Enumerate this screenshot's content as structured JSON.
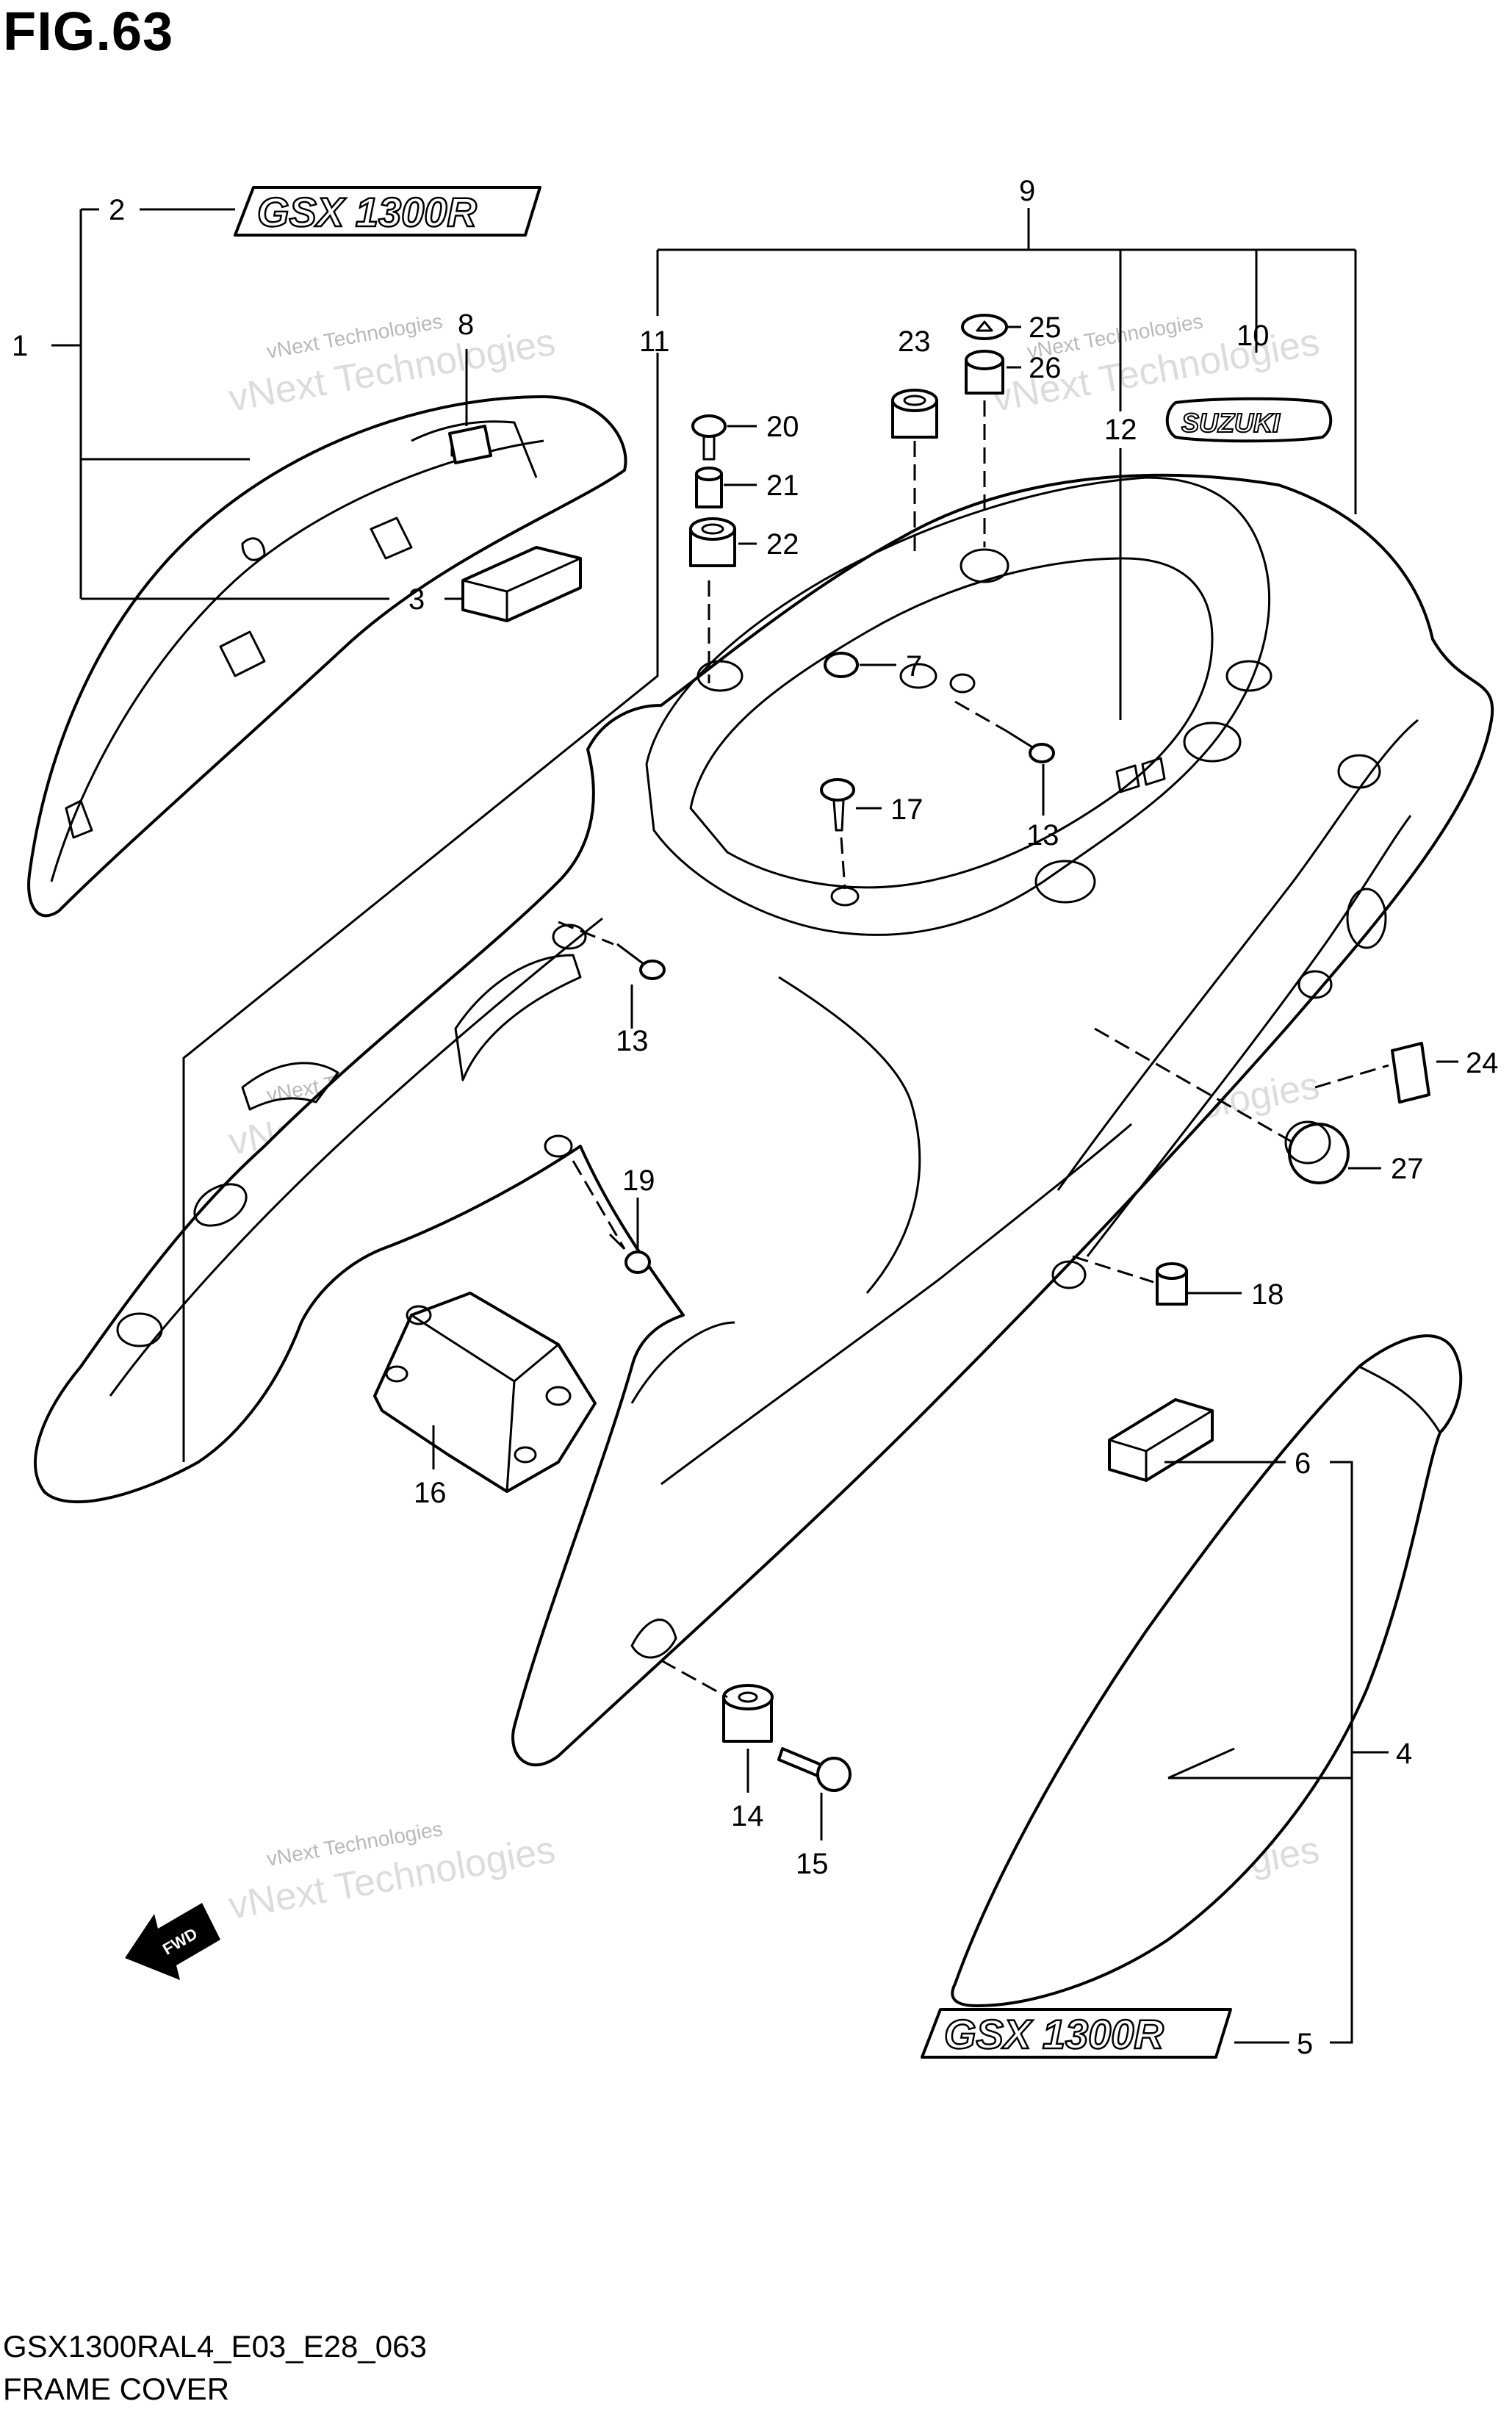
{
  "figure": {
    "title": "FIG.63",
    "code": "GSX1300RAL4_E03_E28_063",
    "name": "FRAME COVER"
  },
  "callouts": [
    "1",
    "2",
    "3",
    "4",
    "5",
    "6",
    "7",
    "8",
    "9",
    "10",
    "11",
    "12",
    "13",
    "13",
    "14",
    "15",
    "16",
    "17",
    "18",
    "19",
    "20",
    "21",
    "22",
    "23",
    "24",
    "25",
    "26",
    "27"
  ],
  "emblems": {
    "model_badge": "GSX 1300R",
    "brand_badge": "SUZUKI",
    "fwd_arrow": "FWD"
  },
  "watermark": {
    "line1": "vNext Technologies",
    "line2": "vNext Technologies"
  }
}
